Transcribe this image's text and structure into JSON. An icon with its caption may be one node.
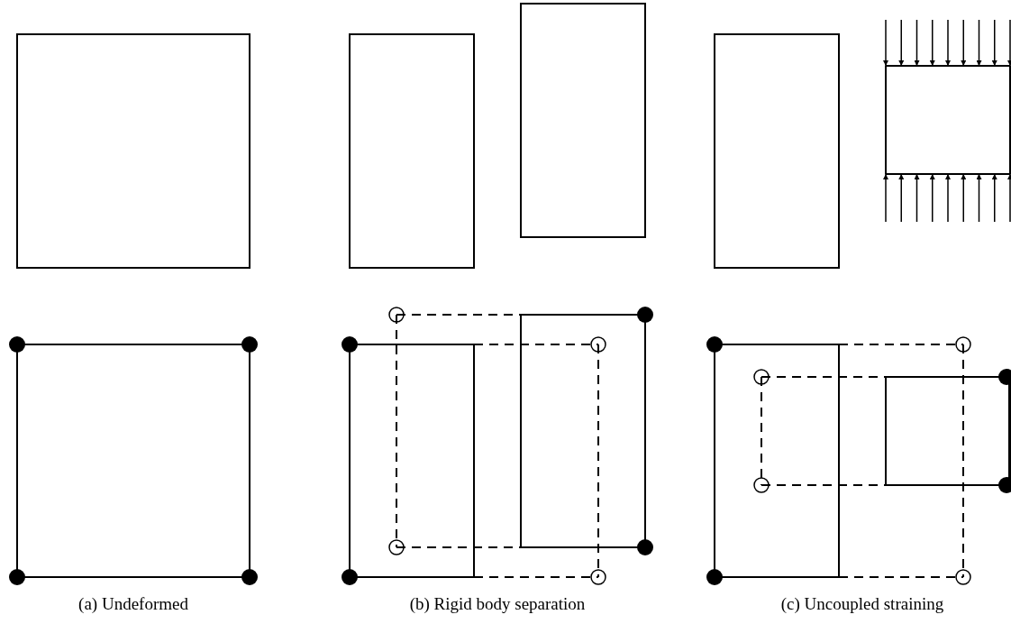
{
  "diagram": {
    "labels": [
      "(a) Undeformed",
      "(b) Rigid body separation",
      "(c) Uncoupled straining"
    ]
  }
}
